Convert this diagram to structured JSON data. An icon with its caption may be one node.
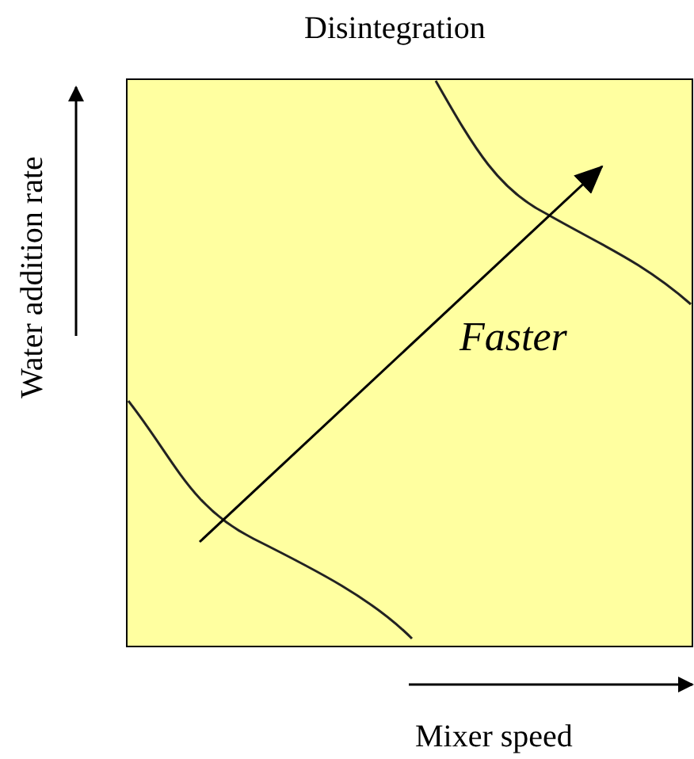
{
  "diagram": {
    "labels": [
      "Disintegration",
      "Faster",
      "Water addition rate",
      "Mixer speed"
    ]
  }
}
